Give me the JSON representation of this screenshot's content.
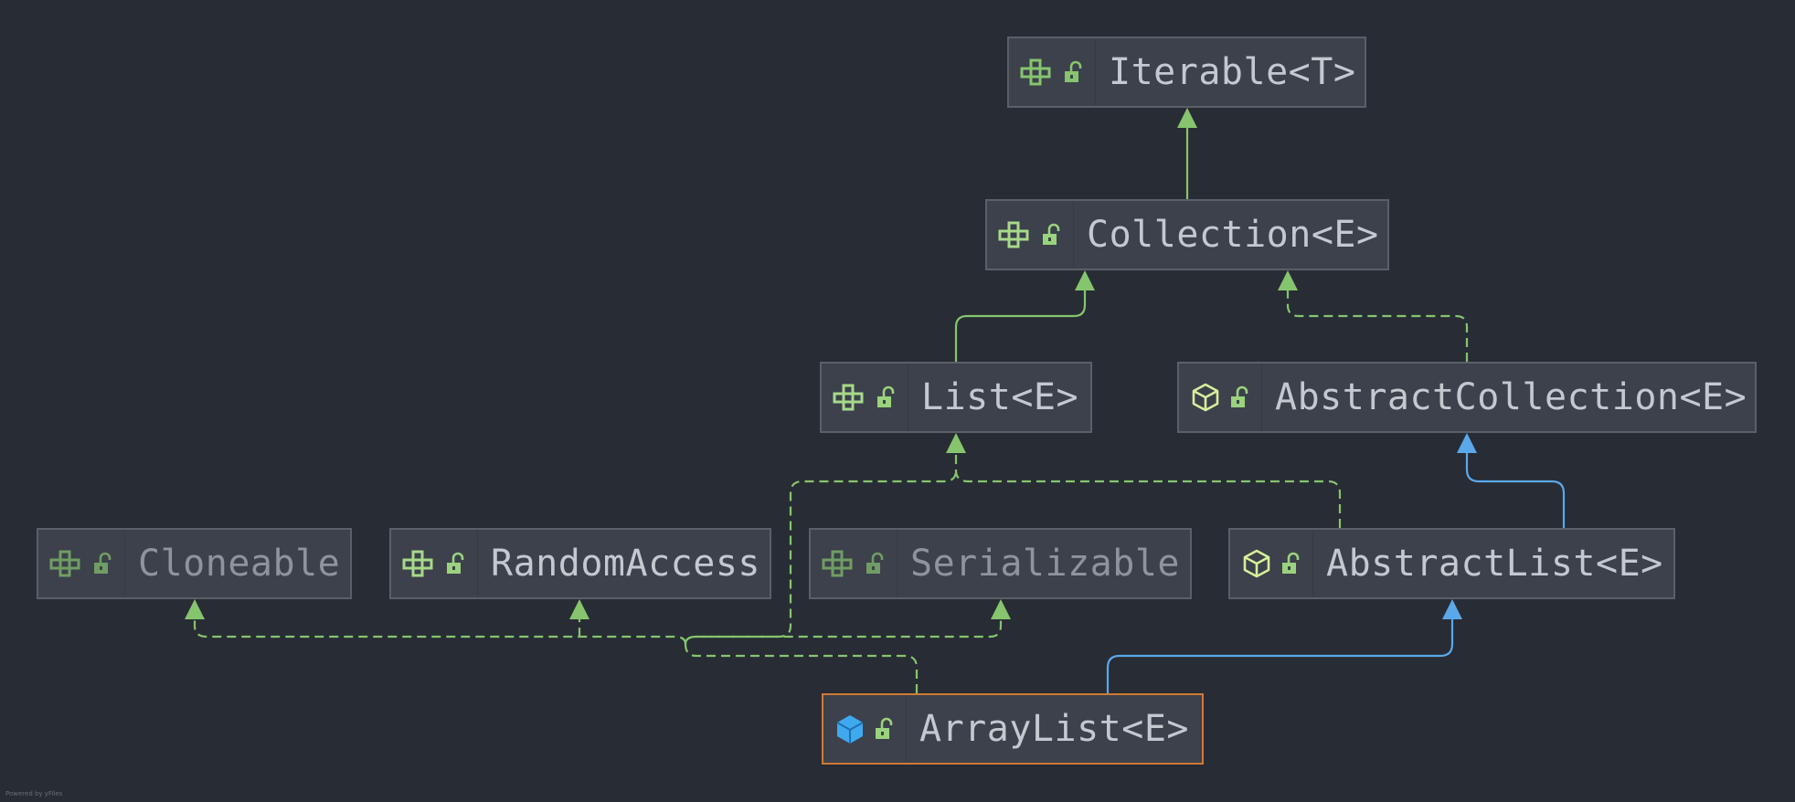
{
  "nodes": {
    "iterable": {
      "label": "Iterable<T>",
      "kind": "interface"
    },
    "collection": {
      "label": "Collection<E>",
      "kind": "interface"
    },
    "list": {
      "label": "List<E>",
      "kind": "interface"
    },
    "abstract_collection": {
      "label": "AbstractCollection<E>",
      "kind": "abstract-class"
    },
    "cloneable": {
      "label": "Cloneable",
      "kind": "interface"
    },
    "random_access": {
      "label": "RandomAccess",
      "kind": "interface"
    },
    "serializable": {
      "label": "Serializable",
      "kind": "interface"
    },
    "abstract_list": {
      "label": "AbstractList<E>",
      "kind": "abstract-class"
    },
    "array_list": {
      "label": "ArrayList<E>",
      "kind": "class"
    }
  },
  "edges": [
    {
      "from": "Collection<E>",
      "to": "Iterable<T>",
      "type": "extends",
      "style": "solid",
      "color": "#86c56e"
    },
    {
      "from": "List<E>",
      "to": "Collection<E>",
      "type": "extends",
      "style": "solid",
      "color": "#86c56e"
    },
    {
      "from": "AbstractCollection<E>",
      "to": "Collection<E>",
      "type": "implements",
      "style": "dashed",
      "color": "#86c56e"
    },
    {
      "from": "AbstractList<E>",
      "to": "List<E>",
      "type": "implements",
      "style": "dashed",
      "color": "#86c56e"
    },
    {
      "from": "AbstractList<E>",
      "to": "AbstractCollection<E>",
      "type": "extends",
      "style": "solid",
      "color": "#5aa8ea"
    },
    {
      "from": "ArrayList<E>",
      "to": "AbstractList<E>",
      "type": "extends",
      "style": "solid",
      "color": "#5aa8ea"
    },
    {
      "from": "ArrayList<E>",
      "to": "List<E>",
      "type": "implements",
      "style": "dashed",
      "color": "#86c56e"
    },
    {
      "from": "ArrayList<E>",
      "to": "Cloneable",
      "type": "implements",
      "style": "dashed",
      "color": "#86c56e"
    },
    {
      "from": "ArrayList<E>",
      "to": "RandomAccess",
      "type": "implements",
      "style": "dashed",
      "color": "#86c56e"
    },
    {
      "from": "ArrayList<E>",
      "to": "Serializable",
      "type": "implements",
      "style": "dashed",
      "color": "#86c56e"
    }
  ],
  "icons": {
    "interface": "interface-icon",
    "abstract_class": "abstract-class-icon",
    "class": "class-icon",
    "visibility": "unlock-icon"
  },
  "colors": {
    "background": "#282c34",
    "node_fill": "#3c414b",
    "node_border": "#5a5f68",
    "selected_border": "#d07a35",
    "interface_edge": "#86c56e",
    "class_edge": "#5aa8ea",
    "class_icon": "#3fa9f0"
  },
  "footer": "Powered by yFiles"
}
